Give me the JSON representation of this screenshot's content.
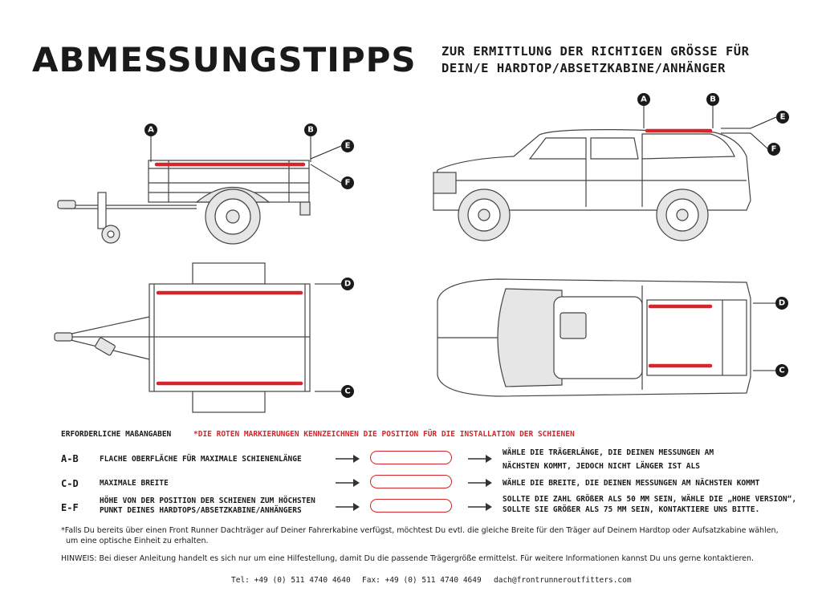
{
  "header": {
    "title": "ABMESSUNGSTIPPS",
    "subtitle_line1": "ZUR ERMITTLUNG DER RICHTIGEN GRÖßE FÜR",
    "subtitle_line2": "DEIN/E HARDTOP/ABSETZKABINE/ANHÄNGER"
  },
  "diagram_labels": {
    "A": "A",
    "B": "B",
    "C": "C",
    "D": "D",
    "E": "E",
    "F": "F"
  },
  "table": {
    "heading": "ERFORDERLICHE MAßANGABEN",
    "note_red": "*DIE ROTEN MARKIERUNGEN KENNZEICHNEN DIE POSITION FÜR DIE INSTALLATION DER SCHIENEN",
    "rows": [
      {
        "code": "A-B",
        "desc1": "FLACHE OBERFLÄCHE FÜR MAXIMALE SCHIENENLÄNGE",
        "desc2": "",
        "res1": "WÄHLE DIE TRÄGERLÄNGE, DIE DEINEN MESSUNGEN AM",
        "res2": "NÄCHSTEN KOMMT, JEDOCH NICHT LÄNGER IST ALS"
      },
      {
        "code": "C-D",
        "desc1": "MAXIMALE BREITE",
        "desc2": "",
        "res1": "WÄHLE DIE BREITE, DIE DEINEN MESSUNGEN AM NÄCHSTEN KOMMT",
        "res2": ""
      },
      {
        "code": "E-F",
        "desc1": "HÖHE VON DER POSITION DER SCHIENEN ZUM HÖCHSTEN",
        "desc2": "PUNKT DEINES HARDTOPS/ABSETZKABINE/ANHÄNGERS",
        "res1": "SOLLTE DIE ZAHL GRÖßER ALS 50 MM SEIN, WÄHLE DIE „HOHE VERSION“,",
        "res2": "SOLLTE SIE GRÖßER ALS 75 MM SEIN, KONTAKTIERE UNS BITTE."
      }
    ]
  },
  "notes": {
    "footnote1": "*Falls Du bereits über einen Front Runner Dachträger auf Deiner Fahrerkabine verfügst, möchtest Du evtl. die gleiche Breite für den Träger auf Deinem Hardtop oder Aufsatzkabine wählen,",
    "footnote2": "um eine optische Einheit zu erhalten.",
    "hinweis": "HINWEIS: Bei dieser Anleitung handelt es sich nur um eine Hilfestellung, damit Du die passende Trägergröße ermittelst. Für weitere Informationen kannst Du uns gerne kontaktieren."
  },
  "contact": {
    "tel": "Tel: +49 (0) 511 4740 4640",
    "fax": "Fax: +49 (0) 511 4740 4649",
    "email": "dach@frontrunneroutfitters.com"
  },
  "colors": {
    "accent_red": "#d3272b",
    "ink": "#1a1a1a",
    "line": "#555555"
  }
}
